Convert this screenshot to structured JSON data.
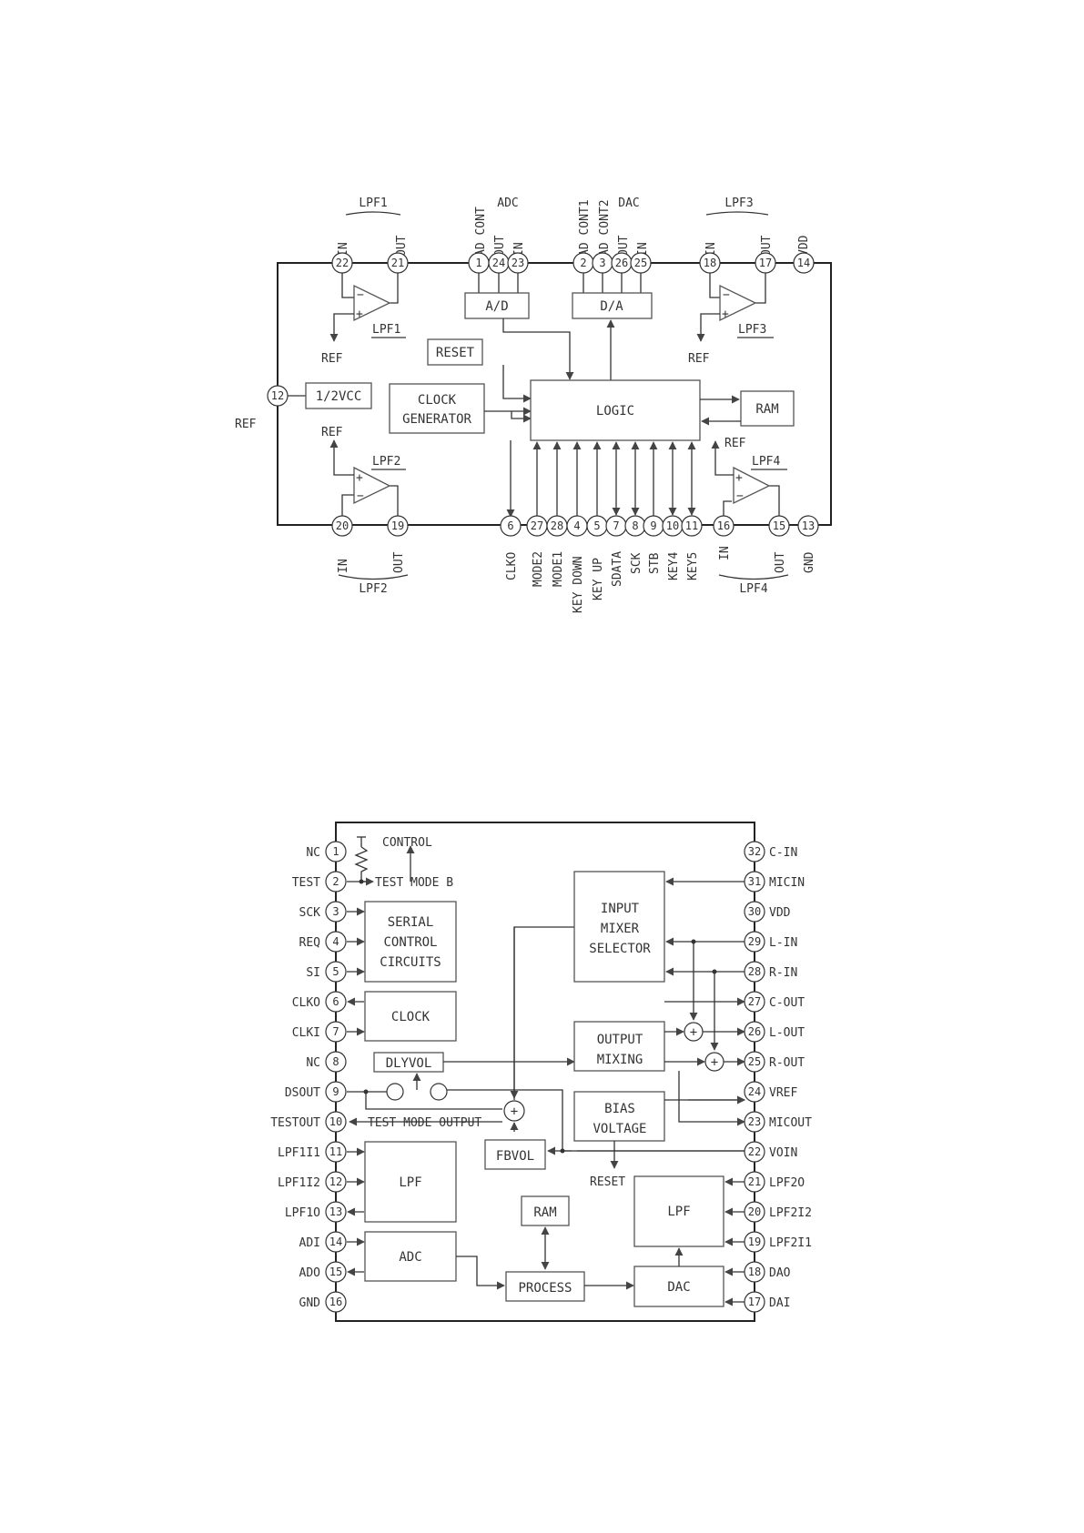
{
  "top": {
    "pins": [
      "22",
      "21",
      "1",
      "24",
      "23",
      "2",
      "3",
      "26",
      "25",
      "18",
      "17",
      "14",
      "12",
      "20",
      "19",
      "6",
      "27",
      "28",
      "4",
      "5",
      "7",
      "8",
      "9",
      "10",
      "11",
      "16",
      "15",
      "13"
    ],
    "top_pin_labels": [
      "IN",
      "OUT",
      "AD CONT",
      "OUT",
      "IN",
      "AD CONT1",
      "AD CONT2",
      "OUT",
      "IN",
      "IN",
      "OUT",
      "VDD"
    ],
    "bottom_pin_labels": [
      "IN",
      "OUT",
      "CLKO",
      "MODE2",
      "MODE1",
      "KEY DOWN",
      "KEY UP",
      "SDATA",
      "SCK",
      "STB",
      "KEY4",
      "KEY5",
      "IN",
      "OUT",
      "GND"
    ],
    "groups": {
      "lpf1": "LPF1",
      "adc": "ADC",
      "dac": "DAC",
      "lpf3": "LPF3",
      "lpf2": "LPF2",
      "lpf4": "LPF4"
    },
    "blocks": {
      "ad": "A/D",
      "da": "D/A",
      "reset": "RESET",
      "half_vcc": "1/2VCC",
      "clock_gen_1": "CLOCK",
      "clock_gen_2": "GENERATOR",
      "logic": "LOGIC",
      "ram": "RAM"
    },
    "amps": {
      "lpf1": "LPF1",
      "lpf2": "LPF2",
      "lpf3": "LPF3",
      "lpf4": "LPF4"
    },
    "ref": "REF",
    "minus": "−",
    "plus": "+"
  },
  "bottom": {
    "left_pins": [
      {
        "num": "1",
        "label": "NC"
      },
      {
        "num": "2",
        "label": "TEST"
      },
      {
        "num": "3",
        "label": "SCK"
      },
      {
        "num": "4",
        "label": "REQ"
      },
      {
        "num": "5",
        "label": "SI"
      },
      {
        "num": "6",
        "label": "CLKO"
      },
      {
        "num": "7",
        "label": "CLKI"
      },
      {
        "num": "8",
        "label": "NC"
      },
      {
        "num": "9",
        "label": "DSOUT"
      },
      {
        "num": "10",
        "label": "TESTOUT"
      },
      {
        "num": "11",
        "label": "LPF1I1"
      },
      {
        "num": "12",
        "label": "LPF1I2"
      },
      {
        "num": "13",
        "label": "LPF1O"
      },
      {
        "num": "14",
        "label": "ADI"
      },
      {
        "num": "15",
        "label": "ADO"
      },
      {
        "num": "16",
        "label": "GND"
      }
    ],
    "right_pins": [
      {
        "num": "32",
        "label": "C-IN"
      },
      {
        "num": "31",
        "label": "MICIN"
      },
      {
        "num": "30",
        "label": "VDD"
      },
      {
        "num": "29",
        "label": "L-IN"
      },
      {
        "num": "28",
        "label": "R-IN"
      },
      {
        "num": "27",
        "label": "C-OUT"
      },
      {
        "num": "26",
        "label": "L-OUT"
      },
      {
        "num": "25",
        "label": "R-OUT"
      },
      {
        "num": "24",
        "label": "VREF"
      },
      {
        "num": "23",
        "label": "MICOUT"
      },
      {
        "num": "22",
        "label": "VOIN"
      },
      {
        "num": "21",
        "label": "LPF2O"
      },
      {
        "num": "20",
        "label": "LPF2I2"
      },
      {
        "num": "19",
        "label": "LPF2I1"
      },
      {
        "num": "18",
        "label": "DAO"
      },
      {
        "num": "17",
        "label": "DAI"
      }
    ],
    "annotations": {
      "control": "CONTROL",
      "test_mode_b": "TEST MODE B",
      "test_mode_output": "TEST MODE OUTPUT",
      "reset": "RESET"
    },
    "blocks": {
      "serial_1": "SERIAL",
      "serial_2": "CONTROL",
      "serial_3": "CIRCUITS",
      "clock": "CLOCK",
      "dlyvol": "DLYVOL",
      "lpf_left": "LPF",
      "adc": "ADC",
      "fbvol": "FBVOL",
      "ram": "RAM",
      "process": "PROCESS",
      "mixer_1": "INPUT",
      "mixer_2": "MIXER",
      "mixer_3": "SELECTOR",
      "outmix_1": "OUTPUT",
      "outmix_2": "MIXING",
      "bias_1": "BIAS",
      "bias_2": "VOLTAGE",
      "lpf_right": "LPF",
      "dac": "DAC"
    },
    "sum": "+"
  }
}
